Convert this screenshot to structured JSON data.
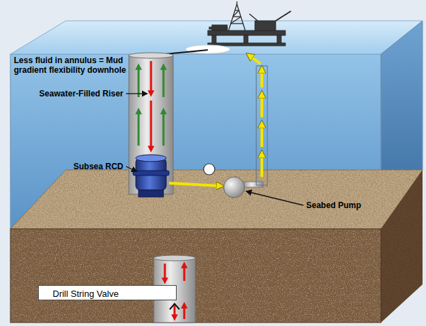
{
  "diagram": {
    "nodes": [
      {
        "text": [
          "Drill String Valve"
        ]
      }
    ],
    "labels": [
      "Less fluid in annulus = Mud gradient flexibility downhole",
      "Seawater-Filled Riser",
      "Subsea RCD",
      "Seabed Pump"
    ]
  }
}
